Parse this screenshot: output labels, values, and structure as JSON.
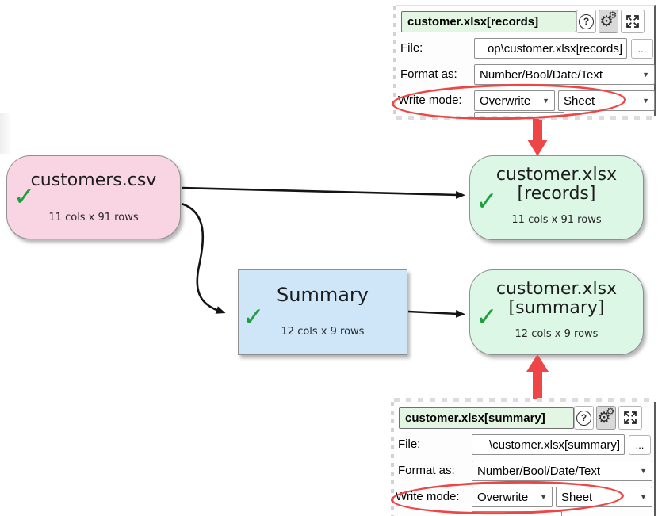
{
  "colors": {
    "node_pink": "#f9d5e3",
    "node_green": "#ddf7e6",
    "node_blue": "#cfe5f8",
    "header_green": "#e2f6e3",
    "accent_red": "#ee4646"
  },
  "icons": {
    "help": "?",
    "gear": "⚙",
    "caret": "▼",
    "check": "✓"
  },
  "canvas": {
    "nodes": [
      {
        "title": "customers.csv",
        "subtitle": "11 cols x 91 rows"
      },
      {
        "title": "customer.xlsx",
        "title2": "[records]",
        "subtitle": "11 cols x 91 rows"
      },
      {
        "title": "Summary",
        "subtitle": "12 cols x 9 rows"
      },
      {
        "title": "customer.xlsx",
        "title2": "[summary]",
        "subtitle": "12 cols x 9 rows"
      }
    ]
  },
  "panels": [
    {
      "title": "customer.xlsx[records]",
      "file_label": "File:",
      "file_value": "op\\customer.xlsx[records]",
      "browse_label": "...",
      "format_label": "Format as:",
      "format_value": "Number/Bool/Date/Text",
      "write_mode_label": "Write mode:",
      "write_mode_value": "Overwrite",
      "sheet_value": "Sheet"
    },
    {
      "title": "customer.xlsx[summary]",
      "file_label": "File:",
      "file_value": "\\customer.xlsx[summary]",
      "browse_label": "...",
      "format_label": "Format as:",
      "format_value": "Number/Bool/Date/Text",
      "write_mode_label": "Write mode:",
      "write_mode_value": "Overwrite",
      "sheet_value": "Sheet"
    }
  ]
}
